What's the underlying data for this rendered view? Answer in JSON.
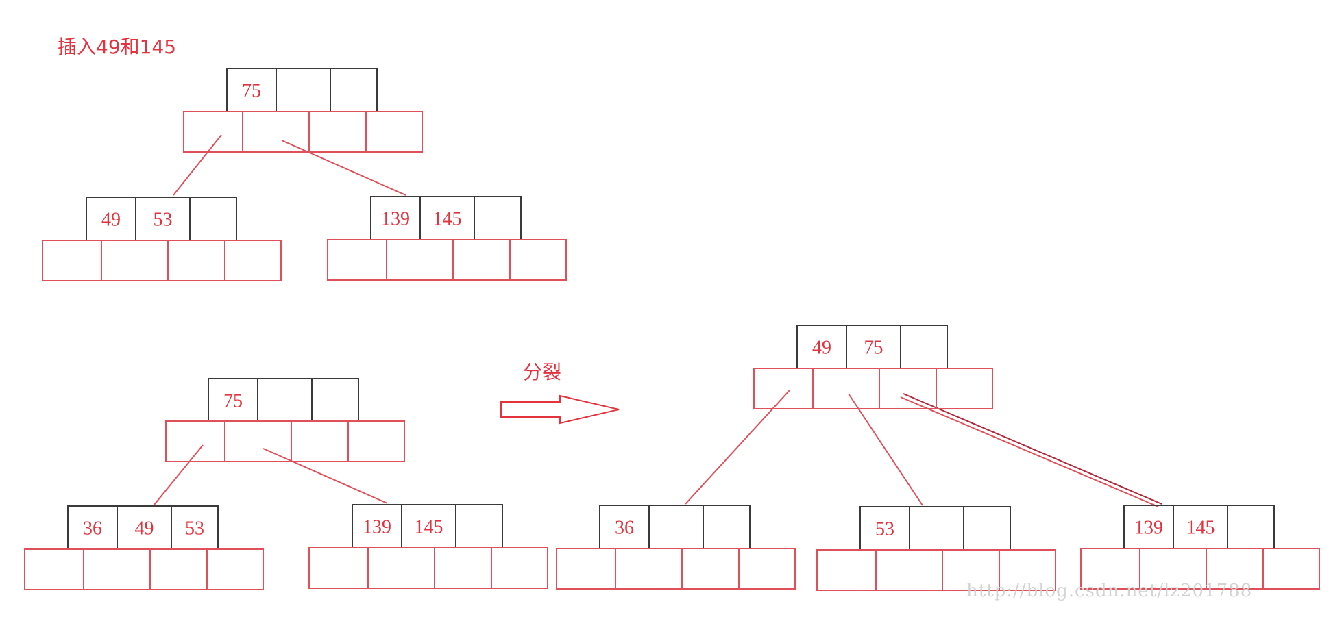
{
  "colors": {
    "key_border": "#3a3a3a",
    "child_border": "#e0505a",
    "text": "#e3333e",
    "edge": "#e0505a",
    "edge_dark": "#b0283a",
    "watermark": "#d3d3d3"
  },
  "labels": {
    "step_title": "插入49和145",
    "split_label": "分裂",
    "watermark": "http://blog.csdn.net/lz201788"
  },
  "trees": {
    "after_insert": {
      "root": [
        "75",
        "",
        ""
      ],
      "left": [
        "49",
        "53",
        ""
      ],
      "right": [
        "139",
        "145",
        ""
      ]
    },
    "overflow": {
      "root": [
        "75",
        "",
        ""
      ],
      "left": [
        "36",
        "49",
        "53"
      ],
      "right": [
        "139",
        "145",
        ""
      ]
    },
    "after_split": {
      "root": [
        "49",
        "75",
        ""
      ],
      "left": [
        "36",
        "",
        ""
      ],
      "middle": [
        "53",
        "",
        ""
      ],
      "right": [
        "139",
        "145",
        ""
      ]
    }
  },
  "icons": {
    "arrow": "split-arrow-icon"
  }
}
